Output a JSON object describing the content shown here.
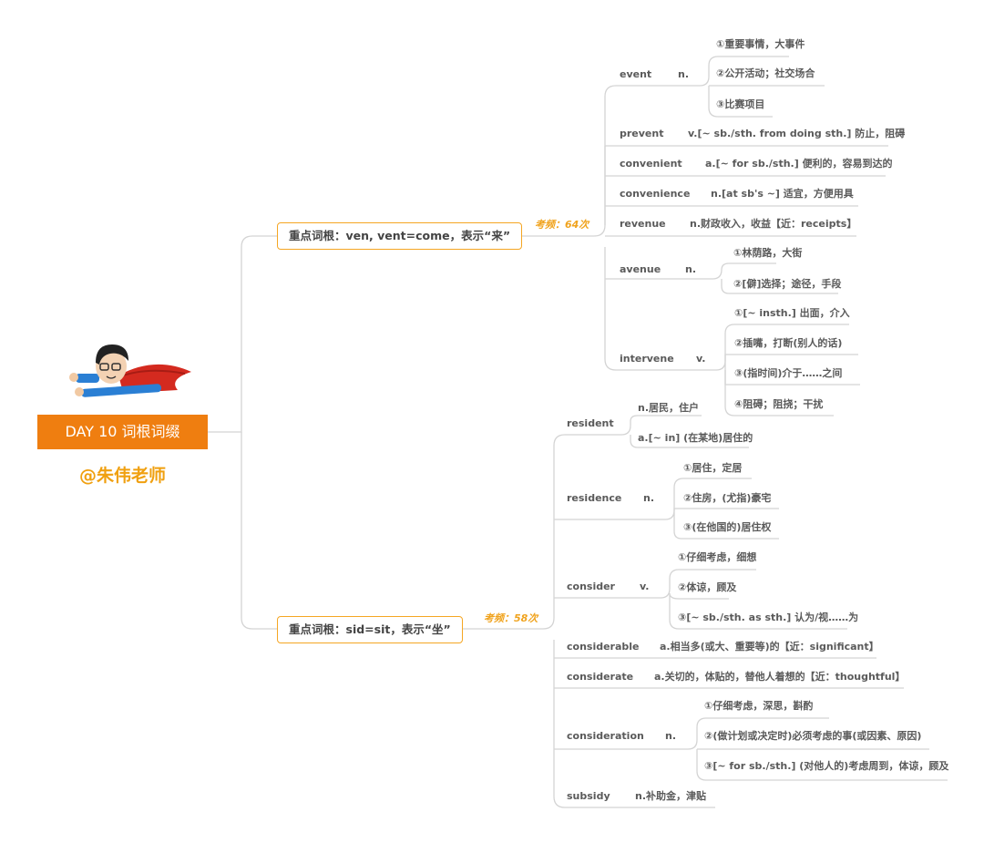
{
  "center": {
    "title": "DAY 10 词根词缀",
    "author": "@朱伟老师"
  },
  "branch1": {
    "root": "重点词根：ven, vent=come，表示“来”",
    "freq": "考频：64次",
    "words": [
      {
        "word": "event",
        "pos": "n.",
        "senses": [
          "①重要事情，大事件",
          "②公开活动；社交场合",
          "③比赛项目"
        ]
      },
      {
        "word": "prevent",
        "def": "v.[~ sb./sth. from doing sth.] 防止，阻碍"
      },
      {
        "word": "convenient",
        "def": "a.[~ for sb./sth.] 便利的，容易到达的"
      },
      {
        "word": "convenience",
        "def": "n.[at sb's ~] 适宜，方便用具"
      },
      {
        "word": "revenue",
        "def": "n.财政收入，收益【近：receipts】"
      },
      {
        "word": "avenue",
        "pos": "n.",
        "senses": [
          "①林荫路，大街",
          "②[僻]选择；途径，手段"
        ]
      },
      {
        "word": "intervene",
        "pos": "v.",
        "senses": [
          "①[~ insth.] 出面，介入",
          "②插嘴，打断(别人的话)",
          "③(指时间)介于……之间",
          "④阻碍；阻挠；干扰"
        ]
      }
    ]
  },
  "branch2": {
    "root": "重点词根：sid=sit，表示“坐”",
    "freq": "考频：58次",
    "words": [
      {
        "word": "resident",
        "senses": [
          "n.居民，住户",
          "a.[~ in] (在某地)居住的"
        ]
      },
      {
        "word": "residence",
        "pos": "n.",
        "senses": [
          "①居住，定居",
          "②住房，(尤指)豪宅",
          "③(在他国的)居住权"
        ]
      },
      {
        "word": "consider",
        "pos": "v.",
        "senses": [
          "①仔细考虑，细想",
          "②体谅，顾及",
          "③[~ sb./sth. as sth.] 认为/视……为"
        ]
      },
      {
        "word": "considerable",
        "def": "a.相当多(或大、重要等)的【近：significant】"
      },
      {
        "word": "considerate",
        "def": "a.关切的，体贴的，替他人着想的【近：thoughtful】"
      },
      {
        "word": "consideration",
        "pos": "n.",
        "senses": [
          "①仔细考虑，深思，斟酌",
          "②(做计划或决定时)必须考虑的事(或因素、原因)",
          "③[~ for sb./sth.] (对他人的)考虑周到，体谅，顾及"
        ]
      },
      {
        "word": "subsidy",
        "def": "n.补助金，津贴"
      }
    ]
  },
  "colors": {
    "accent": "#ef7e10",
    "line": "#d3d3d3",
    "freq": "#f0a31e"
  }
}
